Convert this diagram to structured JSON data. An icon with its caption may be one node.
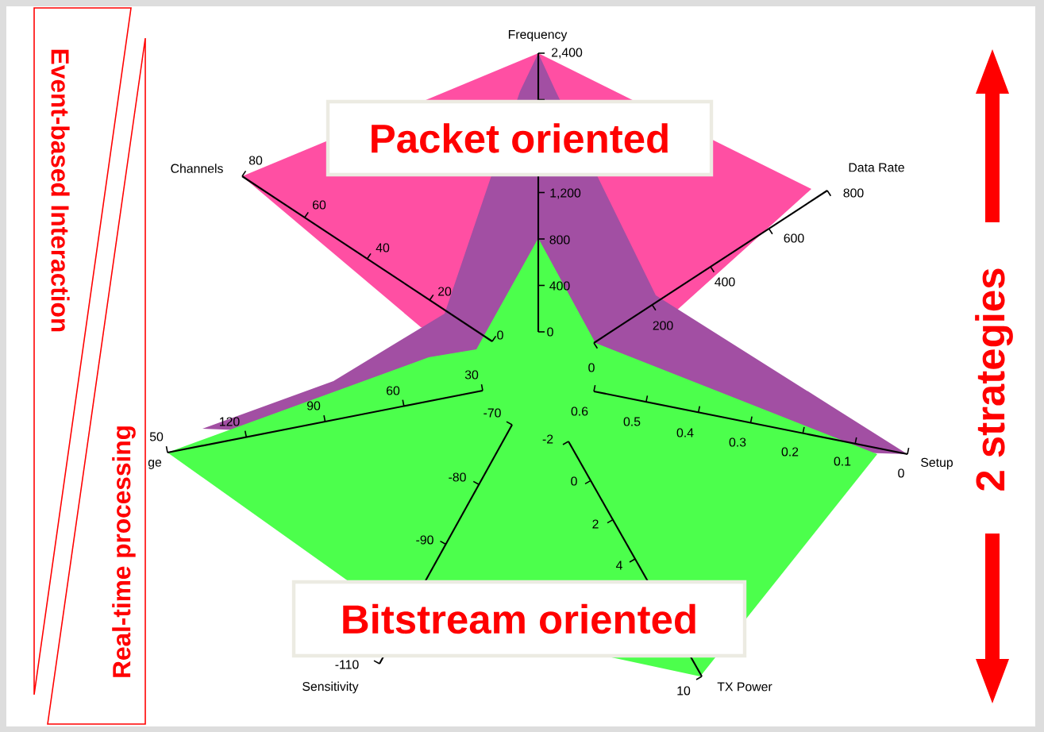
{
  "diagram": {
    "nodes": [
      {
        "text": [
          "Event-based Interaction"
        ]
      },
      {
        "text": [
          "Real-time processing"
        ]
      },
      {
        "text": [
          "Packet oriented"
        ]
      },
      {
        "text": [
          "Bitstream oriented"
        ]
      }
    ],
    "labels": [
      "Frequency",
      "2,400",
      "1,200",
      "800",
      "400",
      "0",
      "Channels",
      "80",
      "60",
      "40",
      "20",
      "0",
      "Data Rate",
      "800",
      "600",
      "400",
      "200",
      "0",
      "50",
      "ge",
      "120",
      "90",
      "60",
      "30",
      "0.6",
      "0.5",
      "0.4",
      "0.3",
      "0.2",
      "0.1",
      "0",
      "Setup",
      "-70",
      "-80",
      "-90",
      "-110",
      "Sensitivity",
      "-2",
      "0",
      "2",
      "4",
      "10",
      "TX Power",
      "2 strategies"
    ]
  }
}
